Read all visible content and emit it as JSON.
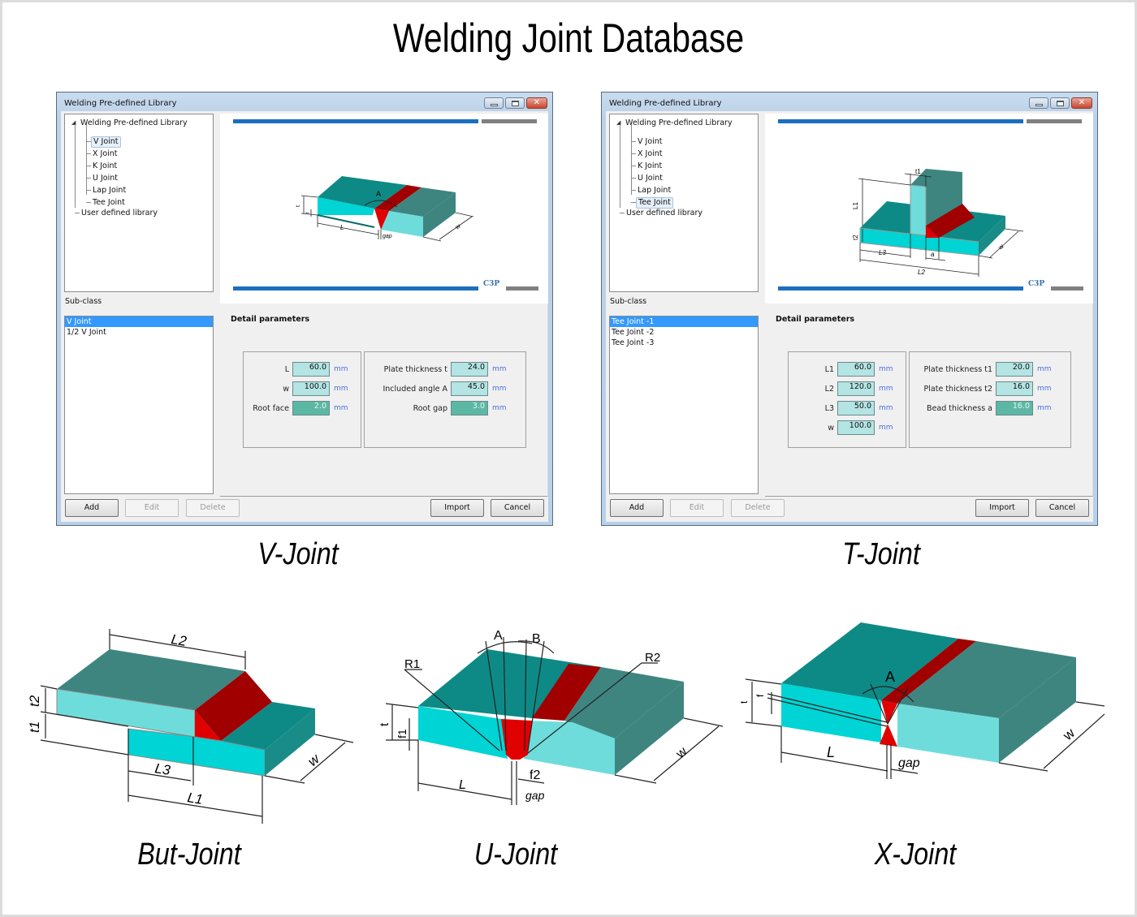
{
  "page": {
    "title": "Welding Joint Database",
    "captions": {
      "v_joint": "V-Joint",
      "t_joint": "T-Joint",
      "butt_joint": "But-Joint",
      "u_joint": "U-Joint",
      "x_joint": "X-Joint"
    }
  },
  "colors": {
    "plate_top": "#0e8a86",
    "plate_side_light": "#6fdcdc",
    "plate_side_cyan": "#00d4d4",
    "weld_dark": "#a00000",
    "weld_bright": "#e00000",
    "selection": "#3399ff",
    "input_fill": "#b4e4e4",
    "input_fill_dark": "#5cb8a4",
    "unit_text": "#4a6fdc"
  },
  "windows": [
    {
      "title": "Welding Pre-defined Library",
      "controls": [
        "minimize-icon",
        "maximize-icon",
        "close-icon"
      ],
      "tree": {
        "root": "Welding Pre-defined Library",
        "children": [
          "V Joint",
          "X Joint",
          "K Joint",
          "U Joint",
          "Lap Joint",
          "Tee Joint"
        ],
        "selected": "V Joint",
        "other": "User defined library"
      },
      "preview_logo": "C3P",
      "diagram_labels": {
        "A": "A",
        "t": "t",
        "f": "f",
        "L": "L",
        "gap": "gap",
        "w": "w"
      },
      "subclass_label": "Sub-class",
      "subclasses": [
        "V Joint",
        "1/2 V Joint"
      ],
      "subclass_selected": "V Joint",
      "detail_title": "Detail parameters",
      "left_params": [
        {
          "label": "L",
          "value": "60.0",
          "unit": "mm",
          "locked": false
        },
        {
          "label": "w",
          "value": "100.0",
          "unit": "mm",
          "locked": false
        },
        {
          "label": "Root face",
          "value": "2.0",
          "unit": "mm",
          "locked": true
        }
      ],
      "right_params": [
        {
          "label": "Plate thickness t",
          "value": "24.0",
          "unit": "mm",
          "locked": false
        },
        {
          "label": "Included angle A",
          "value": "45.0",
          "unit": "mm",
          "locked": false
        },
        {
          "label": "Root gap",
          "value": "3.0",
          "unit": "mm",
          "locked": true
        }
      ],
      "buttons": {
        "add": "Add",
        "edit": "Edit",
        "delete": "Delete",
        "import": "Import",
        "cancel": "Cancel"
      }
    },
    {
      "title": "Welding Pre-defined Library",
      "controls": [
        "minimize-icon",
        "maximize-icon",
        "close-icon"
      ],
      "tree": {
        "root": "Welding Pre-defined Library",
        "children": [
          "V Joint",
          "X Joint",
          "K Joint",
          "U Joint",
          "Lap Joint",
          "Tee Joint"
        ],
        "selected": "Tee Joint",
        "other": "User defined library"
      },
      "preview_logo": "C3P",
      "diagram_labels": {
        "t1": "t1",
        "L1": "L1",
        "t2": "t2",
        "L3": "L3",
        "a": "a",
        "L2": "L2",
        "w": "w"
      },
      "subclass_label": "Sub-class",
      "subclasses": [
        "Tee Joint -1",
        "Tee Joint -2",
        "Tee Joint -3"
      ],
      "subclass_selected": "Tee Joint -1",
      "detail_title": "Detail parameters",
      "left_params": [
        {
          "label": "L1",
          "value": "60.0",
          "unit": "mm",
          "locked": false
        },
        {
          "label": "L2",
          "value": "120.0",
          "unit": "mm",
          "locked": false
        },
        {
          "label": "L3",
          "value": "50.0",
          "unit": "mm",
          "locked": false
        },
        {
          "label": "w",
          "value": "100.0",
          "unit": "mm",
          "locked": false
        }
      ],
      "right_params": [
        {
          "label": "Plate thickness t1",
          "value": "20.0",
          "unit": "mm",
          "locked": false
        },
        {
          "label": "Plate thickness t2",
          "value": "16.0",
          "unit": "mm",
          "locked": false
        },
        {
          "label": "Bead thickness a",
          "value": "16.0",
          "unit": "mm",
          "locked": true
        }
      ],
      "buttons": {
        "add": "Add",
        "edit": "Edit",
        "delete": "Delete",
        "import": "Import",
        "cancel": "Cancel"
      }
    }
  ],
  "diagrams": {
    "butt": {
      "labels": {
        "L2": "L2",
        "t2": "t2",
        "t1": "t1",
        "L3": "L3",
        "L1": "L1",
        "w": "w"
      }
    },
    "u": {
      "labels": {
        "A": "A",
        "B": "B",
        "R1": "R1",
        "R2": "R2",
        "t": "t",
        "f1": "f1",
        "f2": "f2",
        "L": "L",
        "gap": "gap",
        "w": "w"
      }
    },
    "x": {
      "labels": {
        "A": "A",
        "t": "t",
        "f": "f",
        "L": "L",
        "gap": "gap",
        "w": "w"
      }
    }
  }
}
